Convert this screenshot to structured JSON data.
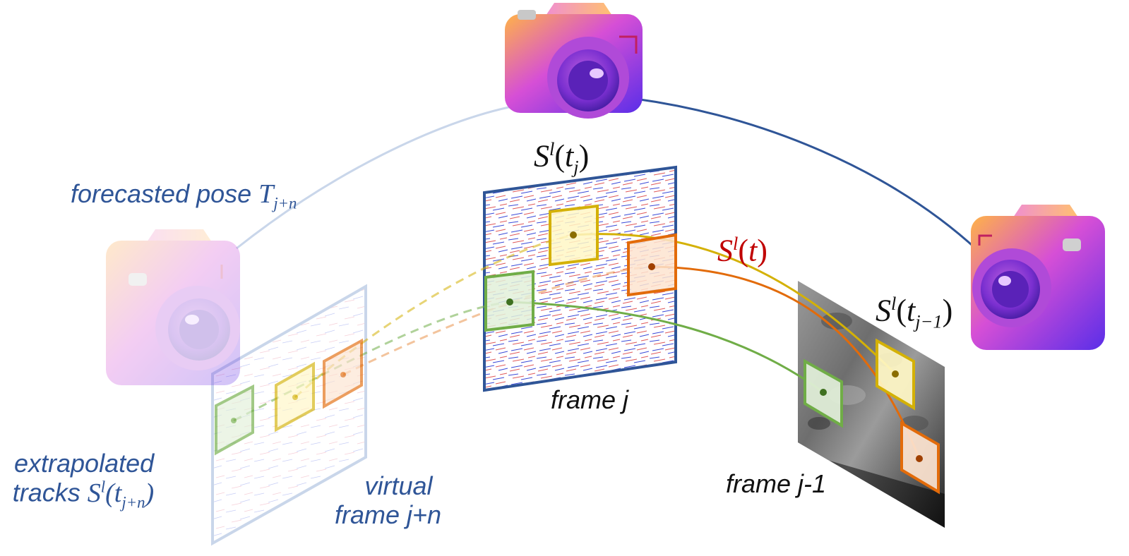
{
  "colors": {
    "trajectory_past": "#2f5597",
    "trajectory_future": "#c9d6ea",
    "track_green": "#70ad47",
    "track_yellow": "#d4b106",
    "track_orange": "#e26b0a",
    "label_blue": "#2f5597",
    "label_red": "#c00000"
  },
  "labels": {
    "forecasted_pose": {
      "text": "forecasted pose",
      "symbol": "T",
      "subscript": "j+n"
    },
    "extrapolated_tracks": {
      "line1": "extrapolated",
      "line2": "tracks",
      "symbol": "S",
      "superscript": "l",
      "arg": "t",
      "subscript": "j+n"
    },
    "virtual_frame": {
      "line1": "virtual",
      "line2": "frame j+n"
    },
    "frame_j_title": {
      "symbol": "S",
      "superscript": "l",
      "arg": "t",
      "subscript": "j"
    },
    "frame_j_caption": "frame j",
    "track_function": {
      "symbol": "S",
      "superscript": "l",
      "arg": "t"
    },
    "frame_jm1_title": {
      "symbol": "S",
      "superscript": "l",
      "arg": "t",
      "subscript": "j−1"
    },
    "frame_jm1_caption": "frame j-1"
  },
  "icons": {
    "camera_current": "camera-icon",
    "camera_previous": "camera-icon",
    "camera_forecast": "camera-icon"
  }
}
